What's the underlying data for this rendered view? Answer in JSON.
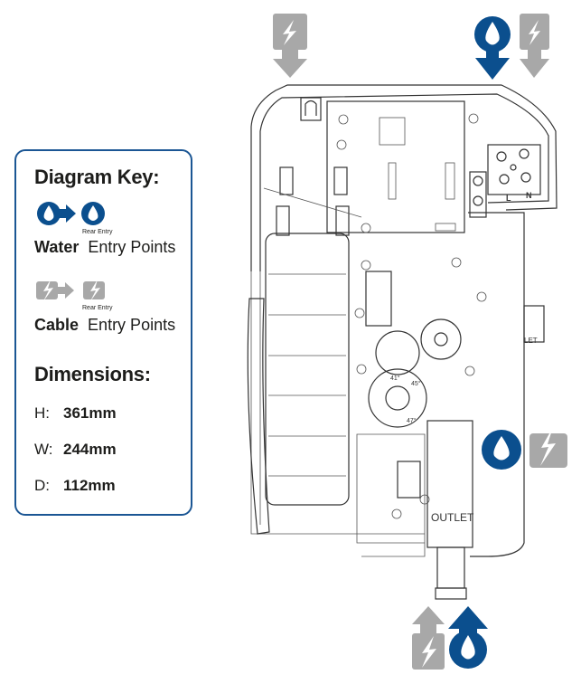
{
  "key": {
    "title": "Diagram Key:",
    "water": {
      "bold": "Water",
      "rest": "Entry Points",
      "rear_label": "Rear Entry"
    },
    "cable": {
      "bold": "Cable",
      "rest": "Entry Points",
      "rear_label": "Rear Entry"
    },
    "dimensions_title": "Dimensions:",
    "dimensions": [
      {
        "label": "H:",
        "value": "361mm"
      },
      {
        "label": "W:",
        "value": "244mm"
      },
      {
        "label": "D:",
        "value": "112mm"
      }
    ]
  },
  "diagram": {
    "terminal_labels": [
      "L",
      "N"
    ],
    "outlet_label": "OUTLET",
    "side_outlet_label": "LET",
    "dial_labels": [
      "41°",
      "45°",
      "47°"
    ]
  },
  "colors": {
    "water": "#0b4f8e",
    "cable": "#a8a8a8",
    "border": "#1b5694"
  }
}
